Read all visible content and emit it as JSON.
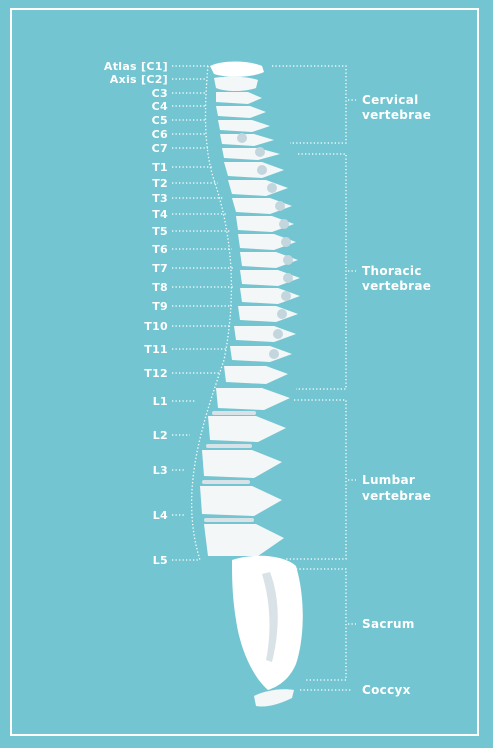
{
  "vertebra_labels": {
    "atlas": "Atlas [C1]",
    "axis": "Axis [C2]",
    "c3": "C3",
    "c4": "C4",
    "c5": "C5",
    "c6": "C6",
    "c7": "C7",
    "t1": "T1",
    "t2": "T2",
    "t3": "T3",
    "t4": "T4",
    "t5": "T5",
    "t6": "T6",
    "t7": "T7",
    "t8": "T8",
    "t9": "T9",
    "t10": "T10",
    "t11": "T11",
    "t12": "T12",
    "l1": "L1",
    "l2": "L2",
    "l3": "L3",
    "l4": "L4",
    "l5": "L5"
  },
  "region_labels": {
    "cervical_line1": "Cervical",
    "cervical_line2": "vertebrae",
    "thoracic_line1": "Thoracic",
    "thoracic_line2": "vertebrae",
    "lumbar_line1": "Lumbar",
    "lumbar_line2": "vertebrae",
    "sacrum": "Sacrum",
    "coccyx": "Coccyx"
  },
  "colors": {
    "background": "#73c6d1",
    "bone": "#f4f7f8",
    "frame": "#ffffff"
  }
}
